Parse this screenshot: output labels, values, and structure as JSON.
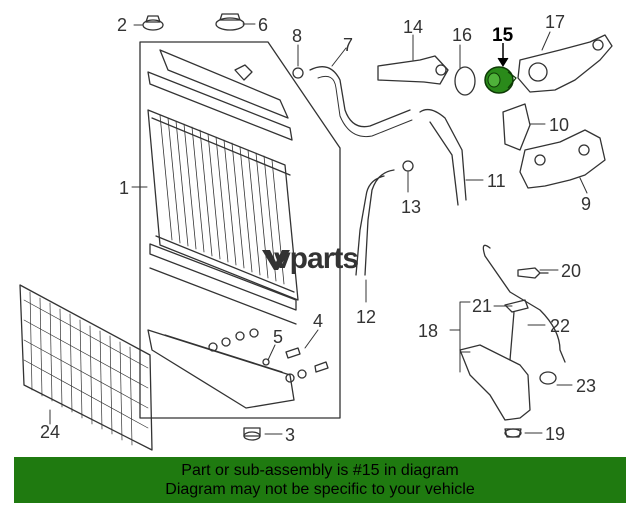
{
  "watermark": "vparts",
  "highlight_part": "15",
  "callouts": {
    "c1": "1",
    "c2": "2",
    "c3": "3",
    "c4": "4",
    "c5": "5",
    "c6": "6",
    "c7": "7",
    "c8": "8",
    "c9": "9",
    "c10": "10",
    "c11": "11",
    "c12": "12",
    "c13": "13",
    "c14": "14",
    "c15": "15",
    "c16": "16",
    "c17": "17",
    "c18": "18",
    "c19": "19",
    "c20": "20",
    "c21": "21",
    "c22": "22",
    "c23": "23",
    "c24": "24"
  },
  "banner": {
    "line1": "Part or sub-assembly is #15 in diagram",
    "line2": "Diagram may not be specific to your vehicle"
  },
  "colors": {
    "banner_bg": "#1f7a10",
    "highlight_part_fill": "#2a8a1a",
    "line": "#333333"
  }
}
